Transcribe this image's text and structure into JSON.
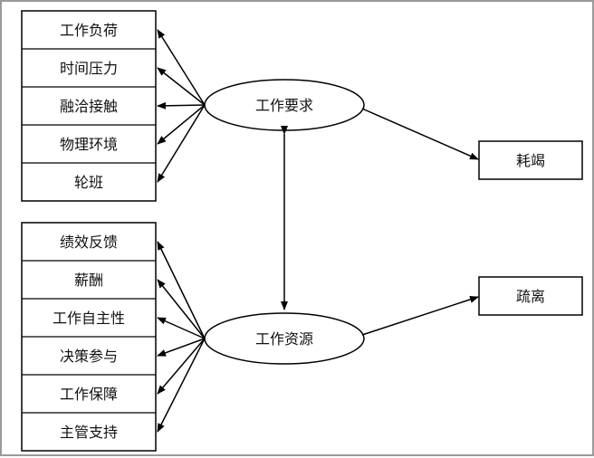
{
  "diagram": {
    "demand_factors": [
      "工作负荷",
      "时间压力",
      "融洽接触",
      "物理环境",
      "轮班"
    ],
    "resource_factors": [
      "绩效反馈",
      "薪酬",
      "工作自主性",
      "决策参与",
      "工作保障",
      "主管支持"
    ],
    "demands_node": "工作要求",
    "resources_node": "工作资源",
    "exhaustion_outcome": "耗竭",
    "disengagement_outcome": "疏离"
  }
}
